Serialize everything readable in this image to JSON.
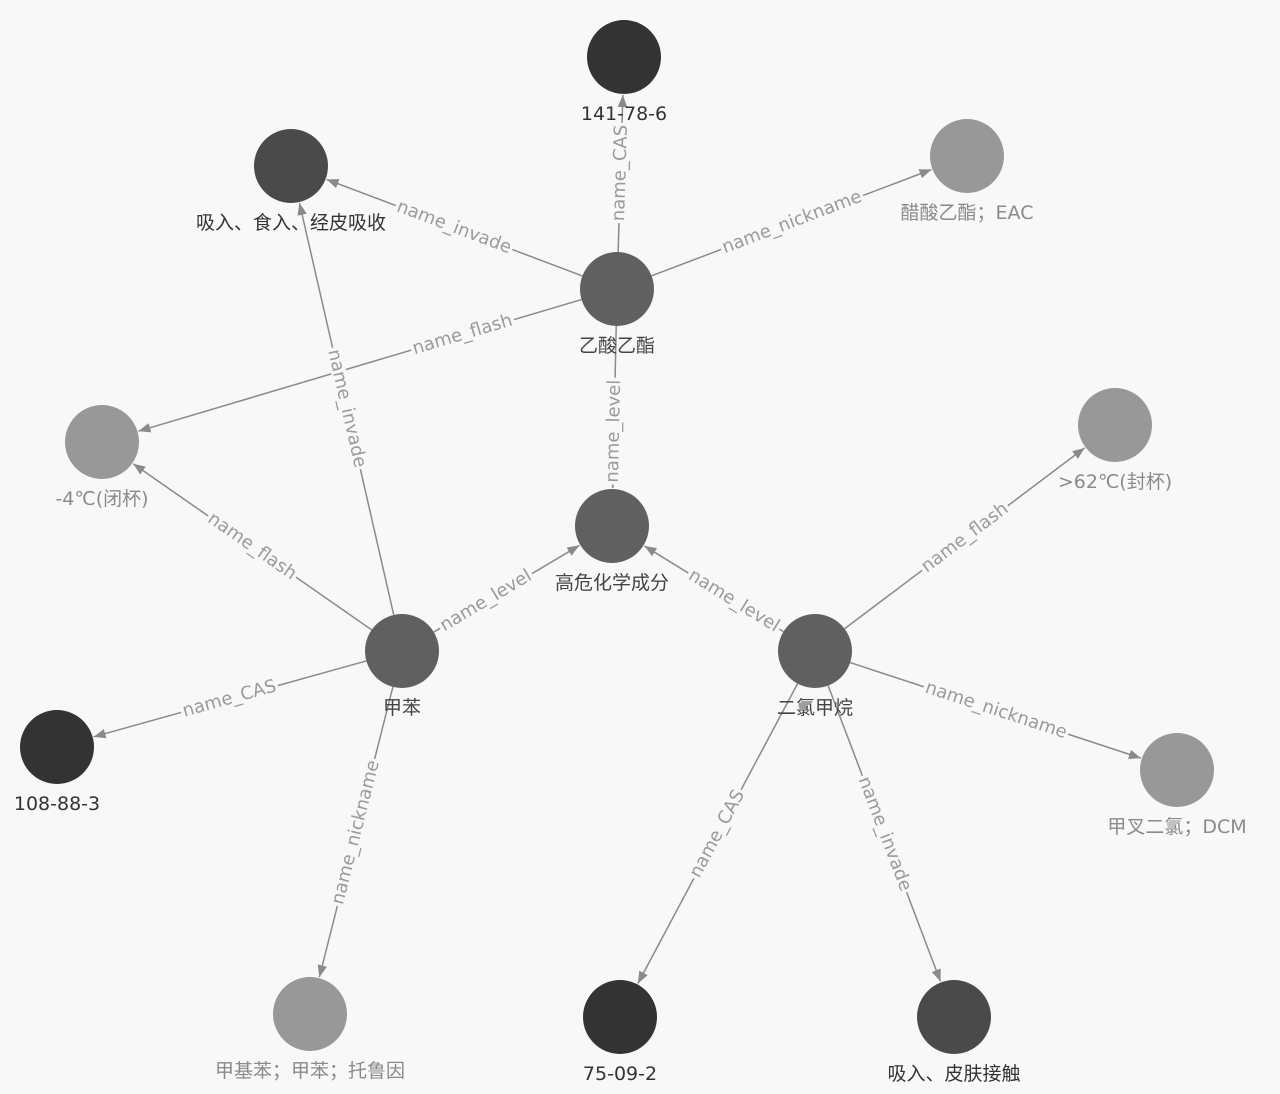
{
  "colors": {
    "background": "#f8f8f8",
    "edge": "#8a8a8a",
    "edge_label": "#9a9a9a"
  },
  "nodes": [
    {
      "id": "hazard",
      "label": "高危化学成分",
      "color": "#606060",
      "text_color": "#444444"
    },
    {
      "id": "ethyl_acetate",
      "label": "乙酸乙酯",
      "color": "#606060",
      "text_color": "#444444"
    },
    {
      "id": "toluene",
      "label": "甲苯",
      "color": "#606060",
      "text_color": "#444444"
    },
    {
      "id": "dcm",
      "label": "二氯甲烷",
      "color": "#606060",
      "text_color": "#444444"
    },
    {
      "id": "cas_ea",
      "label": "141-78-6",
      "color": "#333333",
      "text_color": "#333333"
    },
    {
      "id": "invade_1",
      "label": "吸入、食入、经皮吸收",
      "color": "#4a4a4a",
      "text_color": "#333333"
    },
    {
      "id": "nick_ea",
      "label": "醋酸乙酯；EAC",
      "color": "#989898",
      "text_color": "#8a8a8a"
    },
    {
      "id": "flash_1",
      "label": "-4℃(闭杯)",
      "color": "#989898",
      "text_color": "#8a8a8a"
    },
    {
      "id": "flash_2",
      "label": ">62℃(封杯)",
      "color": "#989898",
      "text_color": "#8a8a8a"
    },
    {
      "id": "cas_tol",
      "label": "108-88-3",
      "color": "#333333",
      "text_color": "#333333"
    },
    {
      "id": "nick_dcm",
      "label": "甲叉二氯；DCM",
      "color": "#989898",
      "text_color": "#8a8a8a"
    },
    {
      "id": "nick_tol",
      "label": "甲基苯；甲苯；托鲁因",
      "color": "#989898",
      "text_color": "#8a8a8a"
    },
    {
      "id": "cas_dcm",
      "label": "75-09-2",
      "color": "#333333",
      "text_color": "#333333"
    },
    {
      "id": "invade_2",
      "label": "吸入、皮肤接触",
      "color": "#4a4a4a",
      "text_color": "#333333"
    }
  ],
  "edges": [
    {
      "source": "ethyl_acetate",
      "target": "cas_ea",
      "label": "name_CAS"
    },
    {
      "source": "ethyl_acetate",
      "target": "invade_1",
      "label": "name_invade"
    },
    {
      "source": "ethyl_acetate",
      "target": "nick_ea",
      "label": "name_nickname"
    },
    {
      "source": "ethyl_acetate",
      "target": "flash_1",
      "label": "name_flash"
    },
    {
      "source": "ethyl_acetate",
      "target": "hazard",
      "label": "name_level"
    },
    {
      "source": "toluene",
      "target": "flash_1",
      "label": "name_flash"
    },
    {
      "source": "toluene",
      "target": "invade_1",
      "label": "name_invade"
    },
    {
      "source": "toluene",
      "target": "hazard",
      "label": "name_level"
    },
    {
      "source": "toluene",
      "target": "cas_tol",
      "label": "name_CAS"
    },
    {
      "source": "toluene",
      "target": "nick_tol",
      "label": "name_nickname"
    },
    {
      "source": "dcm",
      "target": "hazard",
      "label": "name_level"
    },
    {
      "source": "dcm",
      "target": "flash_2",
      "label": "name_flash"
    },
    {
      "source": "dcm",
      "target": "nick_dcm",
      "label": "name_nickname"
    },
    {
      "source": "dcm",
      "target": "cas_dcm",
      "label": "name_CAS"
    },
    {
      "source": "dcm",
      "target": "invade_2",
      "label": "name_invade"
    }
  ]
}
